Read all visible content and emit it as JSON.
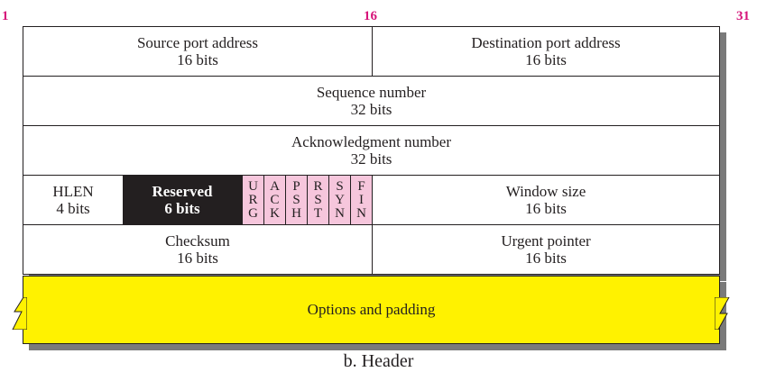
{
  "bit_numbers": {
    "start": "1",
    "middle": "16",
    "end": "31"
  },
  "rows": {
    "row1": {
      "source_port": {
        "title": "Source port address",
        "size": "16 bits"
      },
      "dest_port": {
        "title": "Destination port address",
        "size": "16 bits"
      }
    },
    "row2": {
      "title": "Sequence number",
      "size": "32 bits"
    },
    "row3": {
      "title": "Acknowledgment number",
      "size": "32 bits"
    },
    "row4": {
      "hlen": {
        "title": "HLEN",
        "size": "4 bits"
      },
      "reserved": {
        "title": "Reserved",
        "size": "6 bits"
      },
      "flags": [
        {
          "letters": [
            "U",
            "R",
            "G"
          ]
        },
        {
          "letters": [
            "A",
            "C",
            "K"
          ]
        },
        {
          "letters": [
            "P",
            "S",
            "H"
          ]
        },
        {
          "letters": [
            "R",
            "S",
            "T"
          ]
        },
        {
          "letters": [
            "S",
            "Y",
            "N"
          ]
        },
        {
          "letters": [
            "F",
            "I",
            "N"
          ]
        }
      ],
      "window": {
        "title": "Window size",
        "size": "16 bits"
      }
    },
    "row5": {
      "checksum": {
        "title": "Checksum",
        "size": "16 bits"
      },
      "urgent": {
        "title": "Urgent pointer",
        "size": "16 bits"
      }
    }
  },
  "options": "Options and padding",
  "caption": "b. Header",
  "colors": {
    "bit_label": "#d6147a",
    "flags": "#f6c6dc",
    "options": "#fff200",
    "reserved": "#231f20"
  }
}
